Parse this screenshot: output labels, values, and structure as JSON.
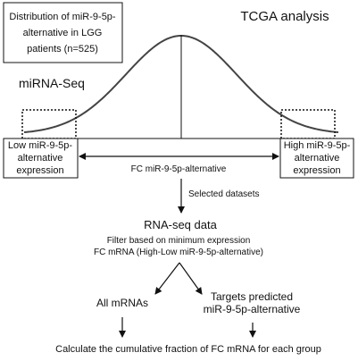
{
  "distribution_box": {
    "lines": [
      "Distribution of miR-9-5p-",
      "alternative in LGG",
      "patients (n=525)"
    ]
  },
  "header": {
    "title": "TCGA analysis"
  },
  "method_label": "miRNA-Seq",
  "low_group": {
    "lines": [
      "Low miR-9-5p-",
      "alternative",
      "expression"
    ]
  },
  "high_group": {
    "lines": [
      "High miR-9-5p-",
      "alternative",
      "expression"
    ]
  },
  "fc_axis_label": "FC miR-9-5p-alternative",
  "selected_label": "Selected datasets",
  "rnaseq": {
    "title": "RNA-seq data",
    "filter_lines": [
      "Filter based on minimum expression",
      "FC mRNA (High-Low miR-9-5p-alternative)"
    ]
  },
  "branches": {
    "left": {
      "lines": [
        "All mRNAs"
      ]
    },
    "right": {
      "lines": [
        "Targets predicted",
        "miR-9-5p-alternative"
      ]
    }
  },
  "final_step": "Calculate the cumulative fraction of FC mRNA for each group",
  "colors": {
    "ink": "#111111",
    "curve": "#444444"
  }
}
